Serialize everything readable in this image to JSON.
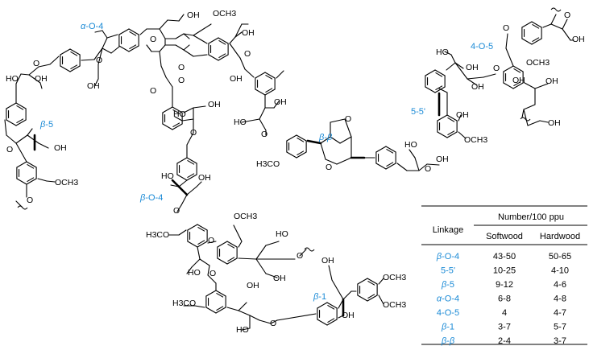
{
  "structure": {
    "linkage_labels": {
      "a_o_4": "α-O-4",
      "b_5": "β-5",
      "b_o_4": "β-O-4",
      "b_b": "β-β",
      "b_1": "β-1",
      "four_o_5": "4-O-5",
      "five_five": "5-5'"
    },
    "atoms": {
      "oh": "OH",
      "ho": "HO",
      "och3": "OCH3",
      "h3co": "H3CO",
      "o": "O"
    }
  },
  "table": {
    "header_linkage": "Linkage",
    "header_number": "Number/100 ppu",
    "header_softwood": "Softwood",
    "header_hardwood": "Hardwood",
    "rows": [
      {
        "linkage": "β-O-4",
        "softwood": "43-50",
        "hardwood": "50-65"
      },
      {
        "linkage": "5-5'",
        "softwood": "10-25",
        "hardwood": "4-10"
      },
      {
        "linkage": "β-5",
        "softwood": "9-12",
        "hardwood": "4-6"
      },
      {
        "linkage": "α-O-4",
        "softwood": "6-8",
        "hardwood": "4-8"
      },
      {
        "linkage": "4-O-5",
        "softwood": "4",
        "hardwood": "4-7"
      },
      {
        "linkage": "β-1",
        "softwood": "3-7",
        "hardwood": "5-7"
      },
      {
        "linkage": "β-β",
        "softwood": "2-4",
        "hardwood": "3-7"
      }
    ]
  },
  "colors": {
    "linkage_blue": "#1a8ad6",
    "bond": "#000000"
  }
}
